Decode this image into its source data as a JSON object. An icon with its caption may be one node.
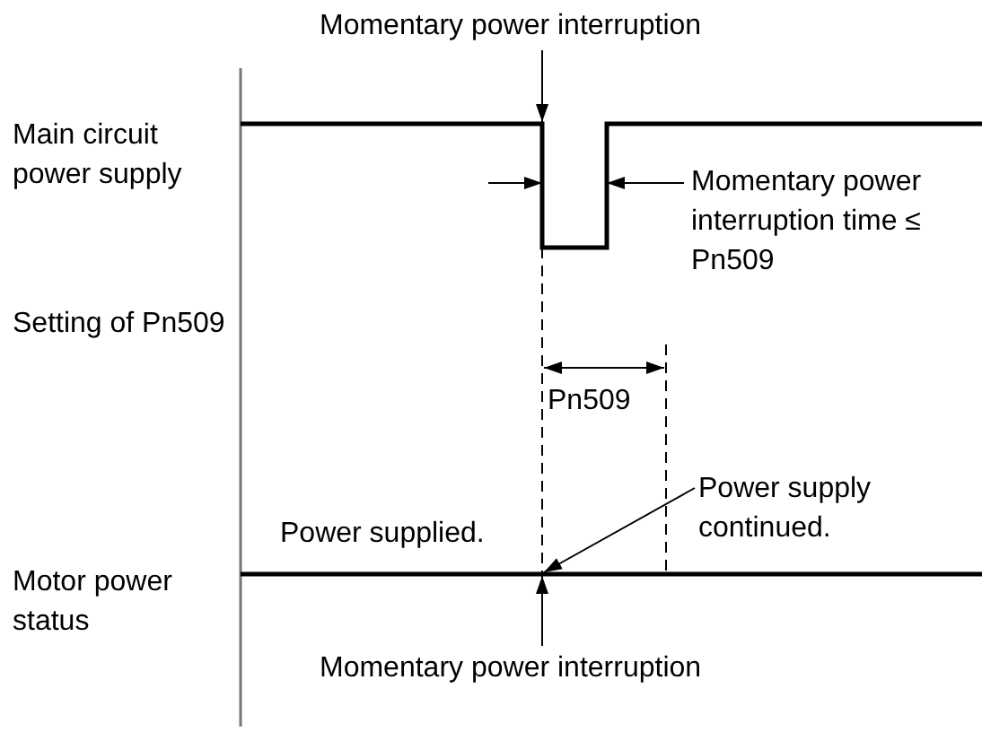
{
  "diagram": {
    "nodes": [
      {
        "text": [
          "Momentary power interruption"
        ]
      },
      {
        "text": [
          "Momentary power interruption time ≤ Pn509"
        ]
      },
      {
        "text": [
          "Power supply continued."
        ]
      },
      {
        "text": [
          "Momentary power interruption"
        ]
      }
    ],
    "edges": [
      {
        "from": 0,
        "to": null,
        "arrow": "to"
      },
      {
        "from": 1,
        "to": null,
        "arrow": "to"
      },
      {
        "from": 2,
        "to": null,
        "arrow": "to"
      },
      {
        "from": 3,
        "to": null,
        "arrow": "to"
      }
    ],
    "labels": [
      "Main circuit power supply",
      "Setting of Pn509",
      "Pn509",
      "Power supplied.",
      "Motor power status"
    ]
  }
}
